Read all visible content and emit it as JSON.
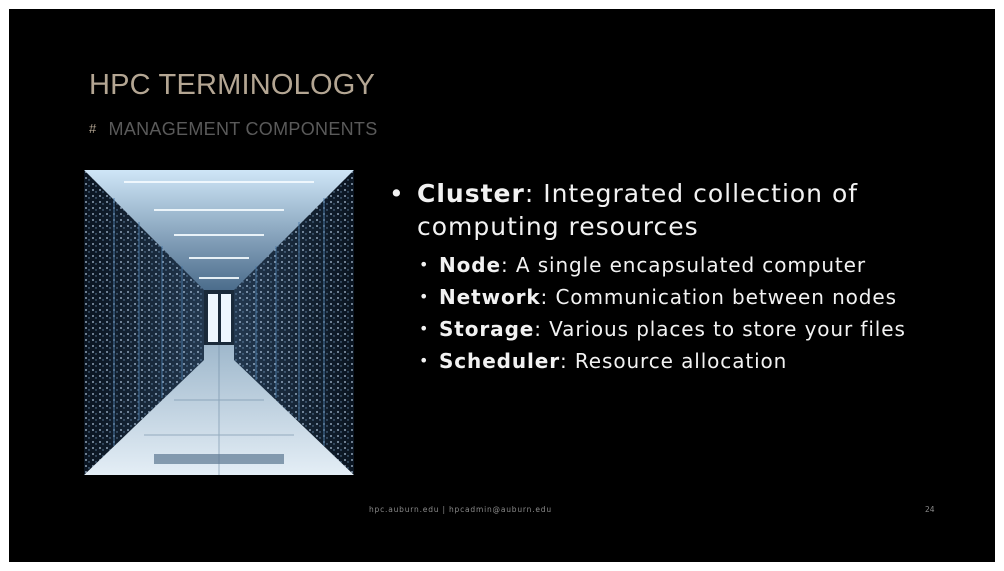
{
  "slide": {
    "title": "HPC TERMINOLOGY",
    "subtitle_marker": "#",
    "subtitle": "MANAGEMENT COMPONENTS",
    "image_alt": "data-center-server-aisle",
    "bullets": [
      {
        "term": "Cluster",
        "text": ": Integrated collection of computing resources"
      },
      {
        "term": "Node",
        "text": ": A single encapsulated computer"
      },
      {
        "term": "Network",
        "text": ": Communication between nodes"
      },
      {
        "term": "Storage",
        "text": ": Various places to store your files"
      },
      {
        "term": "Scheduler",
        "text": ": Resource allocation"
      }
    ],
    "footer": "hpc.auburn.edu | hpcadmin@auburn.edu",
    "page_number": "24"
  },
  "colors": {
    "background": "#000000",
    "title": "#b4a693",
    "subtitle": "#5a5a5a",
    "body_text": "#f2f2f2"
  }
}
